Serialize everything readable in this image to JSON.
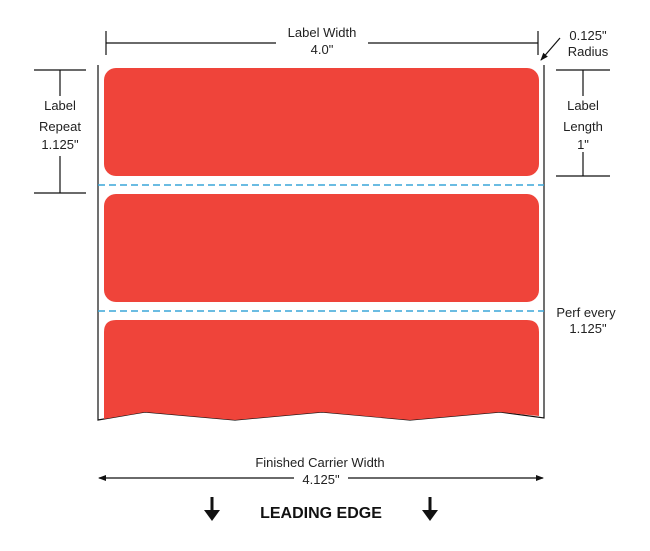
{
  "label_width": {
    "title": "Label Width",
    "value": "4.0\""
  },
  "radius": {
    "value": "0.125\"",
    "title": "Radius"
  },
  "label_repeat": {
    "line1": "Label",
    "line2": "Repeat",
    "value": "1.125\""
  },
  "label_length": {
    "line1": "Label",
    "line2": "Length",
    "value": "1\""
  },
  "perf": {
    "title": "Perf every",
    "value": "1.125\""
  },
  "carrier_width": {
    "title": "Finished Carrier Width",
    "value": "4.125\""
  },
  "leading_edge": {
    "text": "LEADING EDGE"
  },
  "colors": {
    "label_fill": "#ef443a",
    "perf_line": "#3aa6d8",
    "line": "#111111"
  }
}
